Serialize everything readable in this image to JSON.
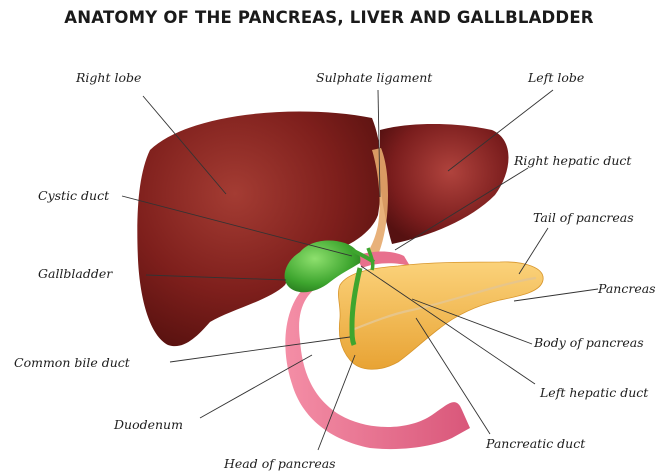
{
  "title": "ANATOMY OF THE PANCREAS, LIVER AND GALLBLADDER",
  "labels": {
    "right_lobe": "Right lobe",
    "sulphate_ligament": "Sulphate ligament",
    "left_lobe": "Left lobe",
    "right_hepatic_duct": "Right hepatic duct",
    "cystic_duct": "Cystic duct",
    "tail_of_pancreas": "Tail of  pancreas",
    "gallbladder": "Gallbladder",
    "pancreas": "Pancreas",
    "body_of_pancreas": "Body of  pancreas",
    "common_bile_duct": "Common bile duct",
    "left_hepatic_duct": "Left hepatic duct",
    "duodenum": "Duodenum",
    "pancreatic_duct": "Pancreatic duct",
    "head_of_pancreas": "Head of pancreas"
  },
  "colors": {
    "liver": "#7e1f1c",
    "liver_highlight": "#9c3a33",
    "gallbladder": "#4cb43a",
    "pancreas": "#f2b541",
    "duodenum": "#e86b8a",
    "leader_line": "#333333"
  }
}
